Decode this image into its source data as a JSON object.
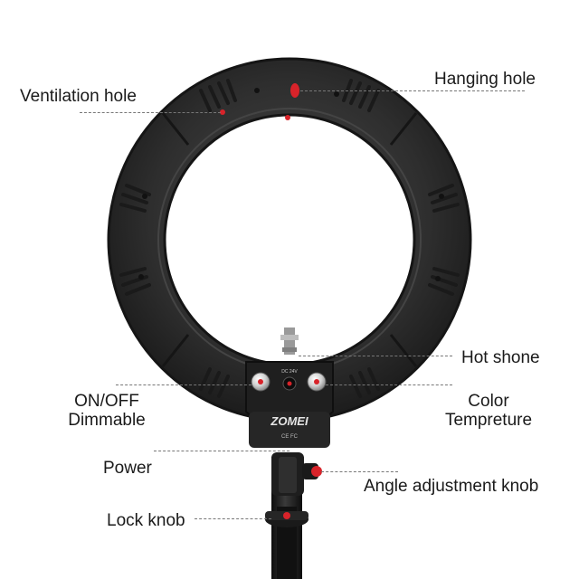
{
  "labels": {
    "ventilation_hole": "Ventilation hole",
    "hanging_hole": "Hanging hole",
    "hot_shoe": "Hot  shone",
    "on_off": "ON/OFF",
    "dimmable": "Dimmable",
    "color": "Color",
    "temperature": "Tempreture",
    "power": "Power",
    "angle_knob": "Angle adjustment knob",
    "lock_knob": "Lock knob"
  },
  "device": {
    "brand": "ZOMEI",
    "dc_label": "DC 24V",
    "left_knob_label": "ON/OFF Dimmable",
    "right_knob_label": "Temperature",
    "certification": "CE FC"
  },
  "colors": {
    "ring": "#2b2b2b",
    "ring_highlight": "#3a3a3a",
    "accent_red": "#d8232a",
    "leader_line": "#777777",
    "text": "#1a1a1a"
  }
}
